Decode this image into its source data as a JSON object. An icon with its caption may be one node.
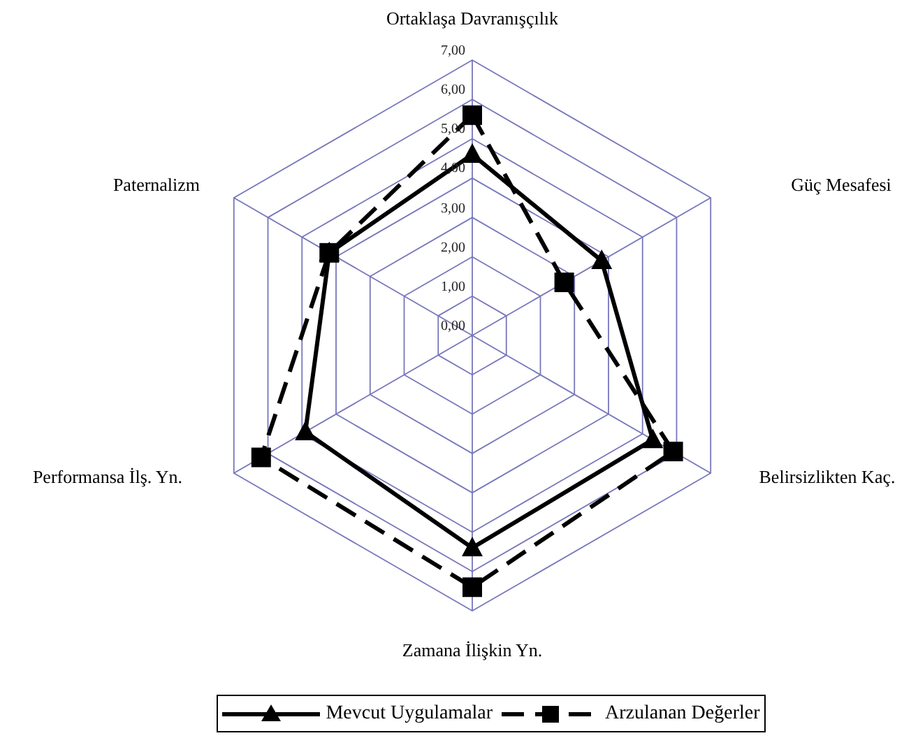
{
  "diagram": {
    "labels": [
      "Ortaklaşa Davranışçılık",
      "7,00",
      "6,00",
      "5,00",
      "4,00",
      "3,00",
      "2,00",
      "1,00",
      "0,00",
      "Paternalizm",
      "Güç Mesafesi",
      "Performansa İlş. Yn.",
      "Belirsizlikten Kaç.",
      "Zamana İlişkin Yn."
    ],
    "legend": [
      {
        "text": "Mevcut Uygulamalar"
      },
      {
        "text": "Arzulanan Değerler"
      }
    ]
  }
}
